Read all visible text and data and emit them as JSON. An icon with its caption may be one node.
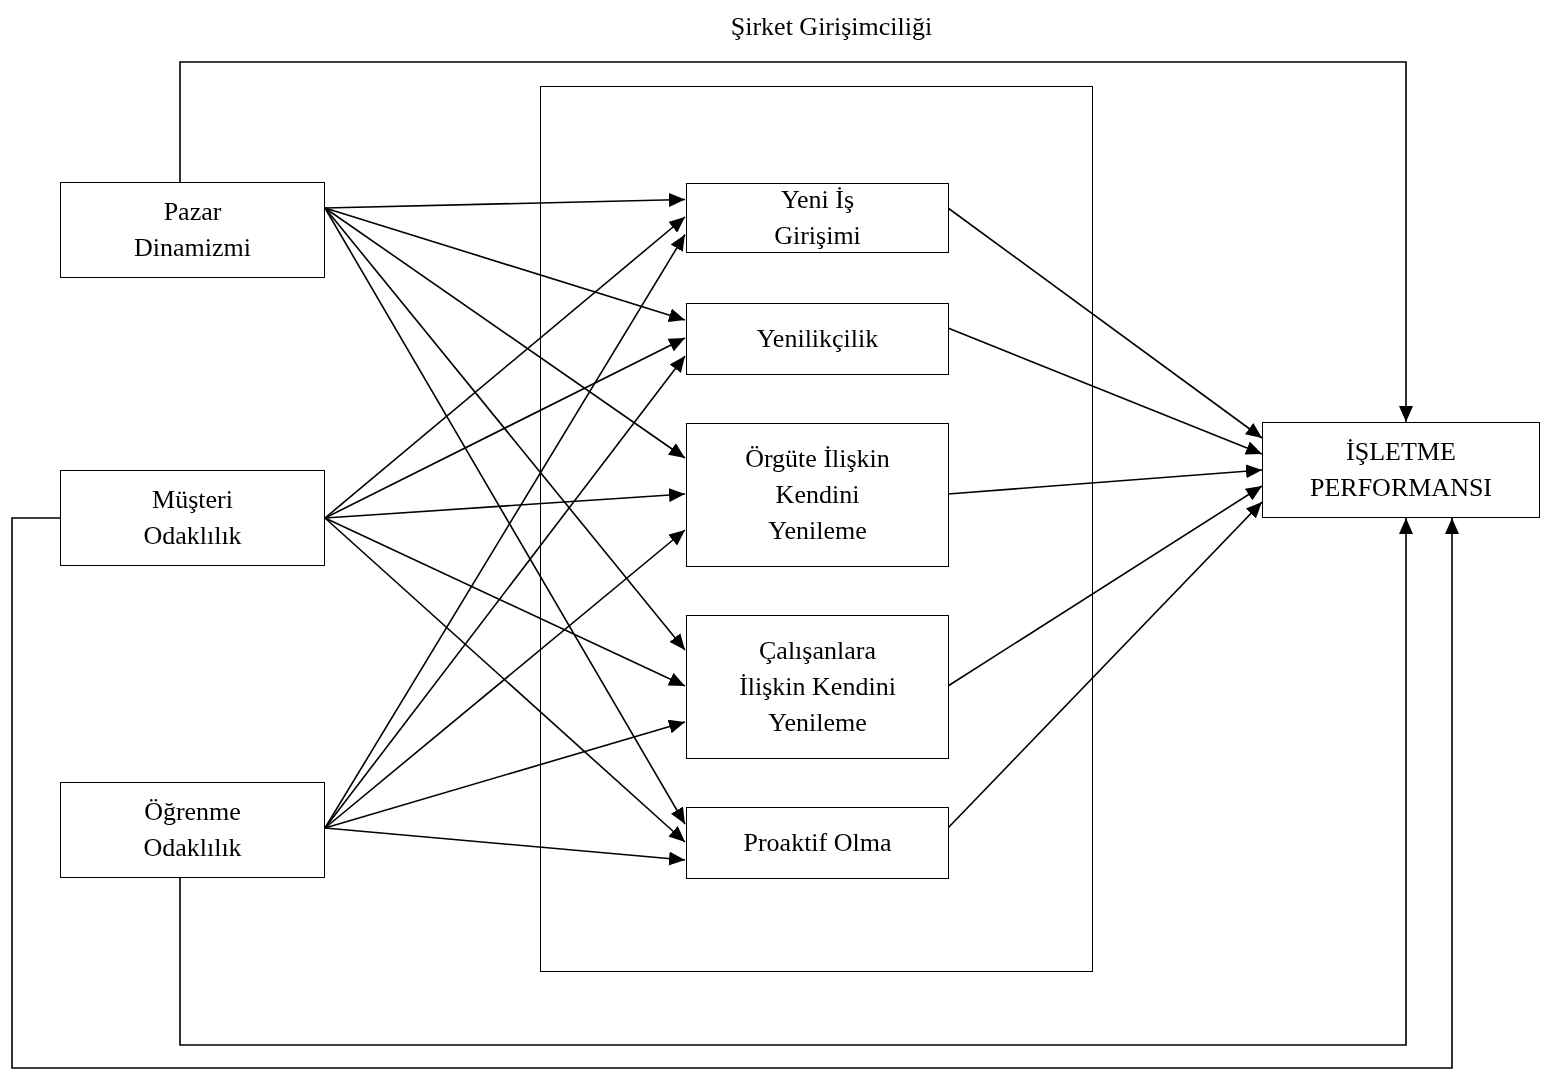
{
  "diagram": {
    "nodes": [
      {
        "text": [
          "Şirket Girişimciliği"
        ]
      },
      {
        "text": [
          "Pazar Dinamizmi"
        ]
      },
      {
        "text": [
          "Müşteri Odaklılık"
        ]
      },
      {
        "text": [
          "Öğrenme Odaklılık"
        ]
      },
      {
        "text": [
          "Yeni İş Girişimi"
        ],
        "in": 0
      },
      {
        "text": [
          "Yenilikçilik"
        ],
        "in": 0
      },
      {
        "text": [
          "Örgüte İlişkin Kendini Yenileme"
        ],
        "in": 0
      },
      {
        "text": [
          "Çalışanlara İlişkin Kendini Yenileme"
        ],
        "in": 0
      },
      {
        "text": [
          "Proaktif Olma"
        ],
        "in": 0
      },
      {
        "text": [
          "İŞLETME PERFORMANSI"
        ]
      }
    ],
    "edges": [
      {
        "from": 1,
        "to": 4,
        "arrow": "to"
      },
      {
        "from": 1,
        "to": 5,
        "arrow": "to"
      },
      {
        "from": 1,
        "to": 6,
        "arrow": "to"
      },
      {
        "from": 1,
        "to": 7,
        "arrow": "to"
      },
      {
        "from": 1,
        "to": 8,
        "arrow": "to"
      },
      {
        "from": 2,
        "to": 4,
        "arrow": "to"
      },
      {
        "from": 2,
        "to": 5,
        "arrow": "to"
      },
      {
        "from": 2,
        "to": 6,
        "arrow": "to"
      },
      {
        "from": 2,
        "to": 7,
        "arrow": "to"
      },
      {
        "from": 2,
        "to": 8,
        "arrow": "to"
      },
      {
        "from": 3,
        "to": 4,
        "arrow": "to"
      },
      {
        "from": 3,
        "to": 5,
        "arrow": "to"
      },
      {
        "from": 3,
        "to": 6,
        "arrow": "to"
      },
      {
        "from": 3,
        "to": 7,
        "arrow": "to"
      },
      {
        "from": 3,
        "to": 8,
        "arrow": "to"
      },
      {
        "from": 4,
        "to": 9,
        "arrow": "to"
      },
      {
        "from": 5,
        "to": 9,
        "arrow": "to"
      },
      {
        "from": 6,
        "to": 9,
        "arrow": "to"
      },
      {
        "from": 7,
        "to": 9,
        "arrow": "to"
      },
      {
        "from": 8,
        "to": 9,
        "arrow": "to"
      },
      {
        "from": 1,
        "to": 9,
        "arrow": "to"
      },
      {
        "from": 2,
        "to": 9,
        "arrow": "to"
      },
      {
        "from": 3,
        "to": 9,
        "arrow": "to"
      }
    ]
  }
}
